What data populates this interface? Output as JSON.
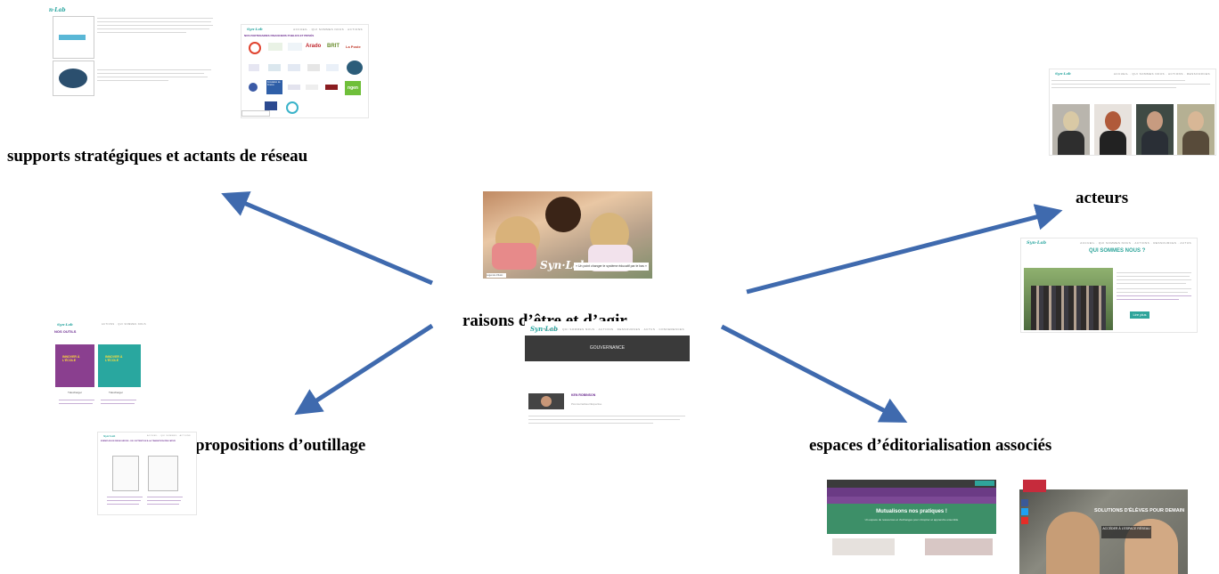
{
  "labels": {
    "center": "raisons d’être et d’agir",
    "top_left": "supports stratégiques et actants de réseau",
    "top_right": "acteurs",
    "bottom_left": "propositions d’outillage",
    "bottom_right": "espaces d’éditorialisation associés"
  },
  "center_shot": {
    "tagline": "« Un point changer le système éducatif par le bas »",
    "caption": "Légende d’illustr."
  },
  "governance_shot": {
    "banner": "GOUVERNANCE",
    "name": "KEN ROBINSON",
    "role": "Pionnier/éditeur/Expertise"
  },
  "tools_shot": {
    "title": "NOS OUTILS",
    "btn_left": "Télécharger",
    "btn_right": "Télécharger",
    "cover_left": "INNOVER À L'ÉCOLE",
    "cover_right": "INNOVER À L'ÉCOLE"
  },
  "outils_shot2": {
    "title": "EXEMPLES DE RESSOURCES - DE L'ATTENTION À LA TRANSITION ÉDUCATIVE"
  },
  "partners_shot": {
    "title": "NOS PARTENAIRES FINANCIERS PUBLICS ET PRIVÉS",
    "logos": [
      "Arado",
      "BRIT",
      "La Poste",
      "Fondation de France",
      "ngen"
    ]
  },
  "qui_shot": {
    "title": "QUI SOMMES NOUS ?",
    "btn": "Lire plus"
  },
  "magazine_shot": {
    "headline": "Mutualisons nos pratiques !",
    "subline": "Un espace de ressources et d'échanges pour s'inspirer et apprendre ensemble"
  },
  "video_shot": {
    "headline": "SOLUTIONS D'ÉLÈVES POUR DEMAIN",
    "btn": "ACCÉDER À L'ESPACE RÉSEAU"
  },
  "colors": {
    "arrow": "#3f6aae",
    "teal": "#2fa59b",
    "purple": "#6a2a8f",
    "dark_banner": "#3a3a3a"
  }
}
